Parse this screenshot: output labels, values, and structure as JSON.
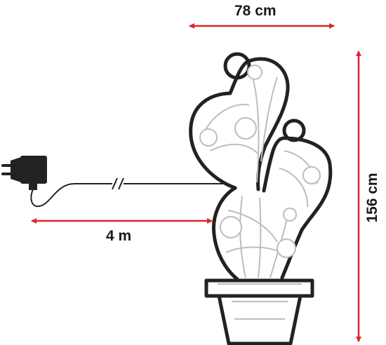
{
  "dimensions": {
    "width_label": "78 cm",
    "height_label": "156 cm",
    "cable_label": "4 m"
  },
  "colors": {
    "arrow": "#d9272e",
    "outline": "#222222",
    "inner": "#bdbdbd",
    "text": "#1a1a1a"
  },
  "icons": {
    "power_adapter": "power-adapter-icon",
    "cable_break": "cable-break-icon"
  }
}
